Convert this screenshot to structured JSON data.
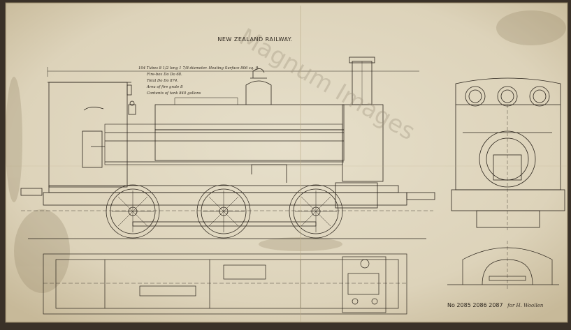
{
  "drawing": {
    "title": "NEW ZEALAND RAILWAY.",
    "engine_numbers": "No 2085 2086 2087",
    "signature": "for H. Woollen",
    "spec_notes": [
      "104 Tubes 8 1/2 long 1 7/8 diameter. Heating Surface 806 sq. ft.",
      "Fire-box  Do  Do  68.",
      "Total  Do  Do  874.",
      "Area of fire grate  8",
      "Contents of tank  840 gallons"
    ],
    "watermark": "Magnum Images"
  },
  "colors": {
    "paper": "#e2dac4",
    "paper_dark": "#c9bd9f",
    "ink": "#2b241c",
    "frame": "#3a3128"
  }
}
